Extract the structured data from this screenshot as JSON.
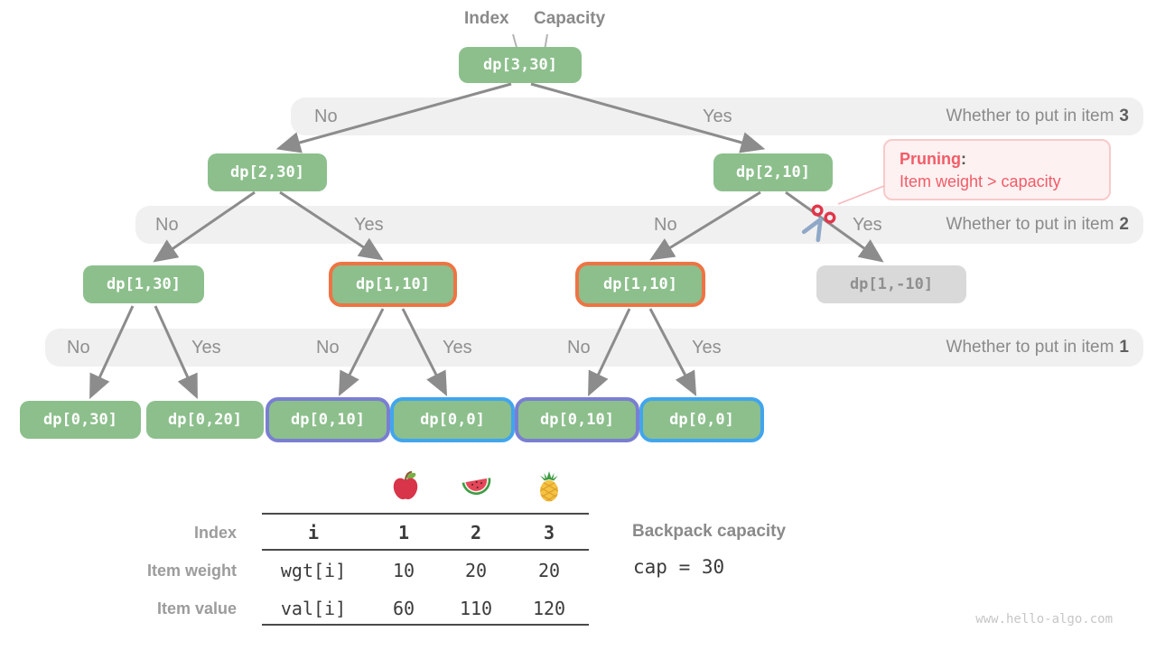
{
  "header": {
    "index_label": "Index",
    "capacity_label": "Capacity"
  },
  "nodes": {
    "root": "dp[3,30]",
    "d2_30": "dp[2,30]",
    "d2_10": "dp[2,10]",
    "d1_30": "dp[1,30]",
    "d1_10_left": "dp[1,10]",
    "d1_10_right": "dp[1,10]",
    "d1_neg10": "dp[1,-10]",
    "d0_30": "dp[0,30]",
    "d0_20": "dp[0,20]",
    "d0_10_left": "dp[0,10]",
    "d0_0_left": "dp[0,0]",
    "d0_10_right": "dp[0,10]",
    "d0_0_right": "dp[0,0]"
  },
  "bands": [
    {
      "labels": [
        "No",
        "Yes"
      ],
      "question": "Whether to put in item",
      "item": "3"
    },
    {
      "labels": [
        "No",
        "Yes",
        "No",
        "Yes"
      ],
      "question": "Whether to put in item",
      "item": "2"
    },
    {
      "labels": [
        "No",
        "Yes",
        "No",
        "Yes",
        "No",
        "Yes"
      ],
      "question": "Whether to put in item",
      "item": "1"
    }
  ],
  "pruning": {
    "title": "Pruning",
    "colon": ":",
    "text": "Item weight > capacity"
  },
  "table": {
    "fruits": [
      "apple",
      "watermelon",
      "pineapple"
    ],
    "row_labels": [
      "Index",
      "Item weight",
      "Item value"
    ],
    "header_row": [
      "i",
      "1",
      "2",
      "3"
    ],
    "weight_row": [
      "wgt[i]",
      "10",
      "20",
      "20"
    ],
    "value_row": [
      "val[i]",
      "60",
      "110",
      "120"
    ]
  },
  "capacity": {
    "label": "Backpack capacity",
    "value": "cap = 30"
  },
  "watermark": "www.hello-algo.com",
  "colors": {
    "green": "#8CBF8C",
    "orange": "#EE7444",
    "purple": "#7A7ED2",
    "blue": "#41A5EE",
    "band-bg": "#F0F0F0",
    "band-text": "#8F8F8F",
    "edge": "#8C8C8C",
    "pruned-bg": "#D9D9D9",
    "pruned-text": "#8F8F8F",
    "red": "#F25C68",
    "prune-bg": "#FDF1F1",
    "prune-border": "#F8CACA",
    "label-gray": "#9C9C9C",
    "ink": "#3B3B3B",
    "watermark-gray": "#C6C6C6"
  }
}
